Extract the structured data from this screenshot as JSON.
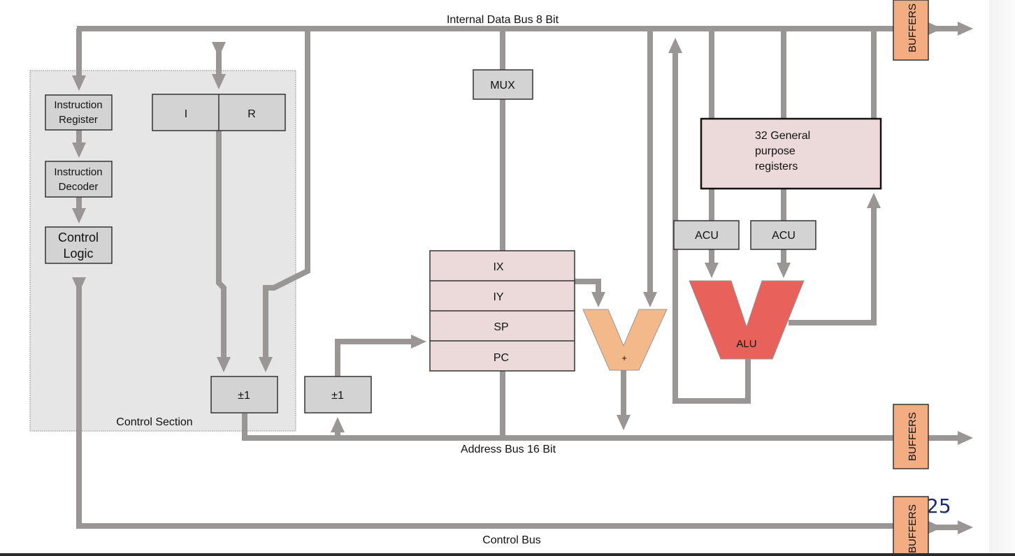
{
  "buses": {
    "data": "Internal Data Bus 8 Bit",
    "address": "Address Bus 16 Bit",
    "control": "Control Bus"
  },
  "control_section": {
    "label": "Control Section",
    "instruction_register": [
      "Instruction",
      "Register"
    ],
    "instruction_decoder": [
      "Instruction",
      "Decoder"
    ],
    "control_logic": [
      "Control",
      "Logic"
    ],
    "i_label": "I",
    "r_label": "R",
    "incdec": "±1"
  },
  "mux": "MUX",
  "pointer_regs": [
    "IX",
    "IY",
    "SP",
    "PC"
  ],
  "incdec2": "±1",
  "adder": "+",
  "gp_registers": [
    "32 General",
    "purpose",
    "registers"
  ],
  "acu_left": "ACU",
  "acu_right": "ACU",
  "alu": "ALU",
  "buffers": "BUFFERS",
  "slide_number": "25",
  "colors": {
    "wire": "#9a9696",
    "box": "#d3d3d3",
    "pink": "#ecdada",
    "orange": "#f3b98a",
    "red": "#e8625b",
    "buffer": "#f4ad82",
    "panel": "#e6e6e6"
  }
}
